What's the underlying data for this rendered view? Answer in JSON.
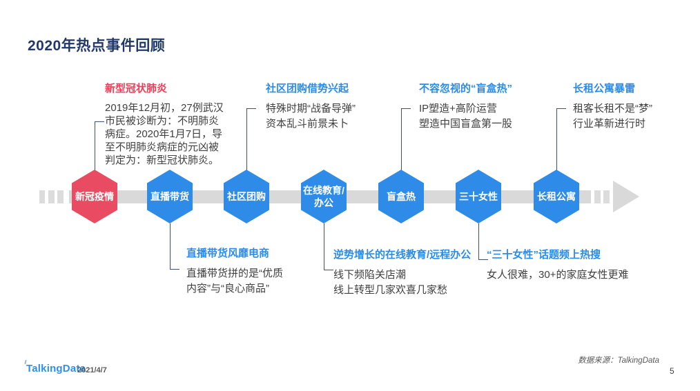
{
  "slide": {
    "title": "2020年热点事件回顾",
    "footer": {
      "logo": "TalkingData",
      "date": "2021/4/7",
      "source": "数据来源：TalkingData",
      "page_number": "5"
    }
  },
  "colors": {
    "title_navy": "#21386B",
    "accent_blue": "#2A8CEA",
    "accent_red": "#F43B55",
    "hexagon_blue": "#2E8CE8",
    "hexagon_red": "#E94B62",
    "connector_navy": "#3E4F70",
    "timeline_gray": "#D9D9D9",
    "body_text": "#3F3F3F"
  },
  "timeline": {
    "nodes": [
      {
        "label": "新冠疫情",
        "color": "red"
      },
      {
        "label": "直播带货",
        "color": "blue"
      },
      {
        "label": "社区团购",
        "color": "blue"
      },
      {
        "label": "在线教育/办公",
        "color": "blue"
      },
      {
        "label": "盲盒热",
        "color": "blue"
      },
      {
        "label": "三十女性",
        "color": "blue"
      },
      {
        "label": "长租公寓",
        "color": "blue"
      }
    ]
  },
  "annotations_top": [
    {
      "title": "新型冠状肺炎",
      "accent": "red",
      "lines": [
        "2019年12月初，27例武汉",
        "市民被诊断为：不明肺炎",
        "病症。2020年1月7日，导",
        "至不明肺炎病症的元凶被",
        "判定为：新型冠状肺炎。"
      ]
    },
    {
      "title": "社区团购借势兴起",
      "accent": "blue",
      "lines": [
        "特殊时期“战备导弹”",
        "资本乱斗前景未卜"
      ]
    },
    {
      "title": "不容忽视的“盲盒热”",
      "accent": "blue",
      "lines": [
        "IP塑造+高阶运营",
        "塑造中国盲盒第一股"
      ]
    },
    {
      "title": "长租公寓暴雷",
      "accent": "blue",
      "lines": [
        "租客长租不是“梦”",
        "行业革新进行时"
      ]
    }
  ],
  "annotations_bottom": [
    {
      "title": "直播带货风靡电商",
      "accent": "blue",
      "lines": [
        "直播带货拼的是“优质",
        "内容”与“良心商品”"
      ]
    },
    {
      "title": "逆势增长的在线教育/远程办公",
      "accent": "blue",
      "lines": [
        "线下频陷关店潮",
        "线上转型几家欢喜几家愁"
      ]
    },
    {
      "title": "“三十女性”话题频上热搜",
      "accent": "blue",
      "lines": [
        "女人很难，30+的家庭女性更难"
      ]
    }
  ]
}
